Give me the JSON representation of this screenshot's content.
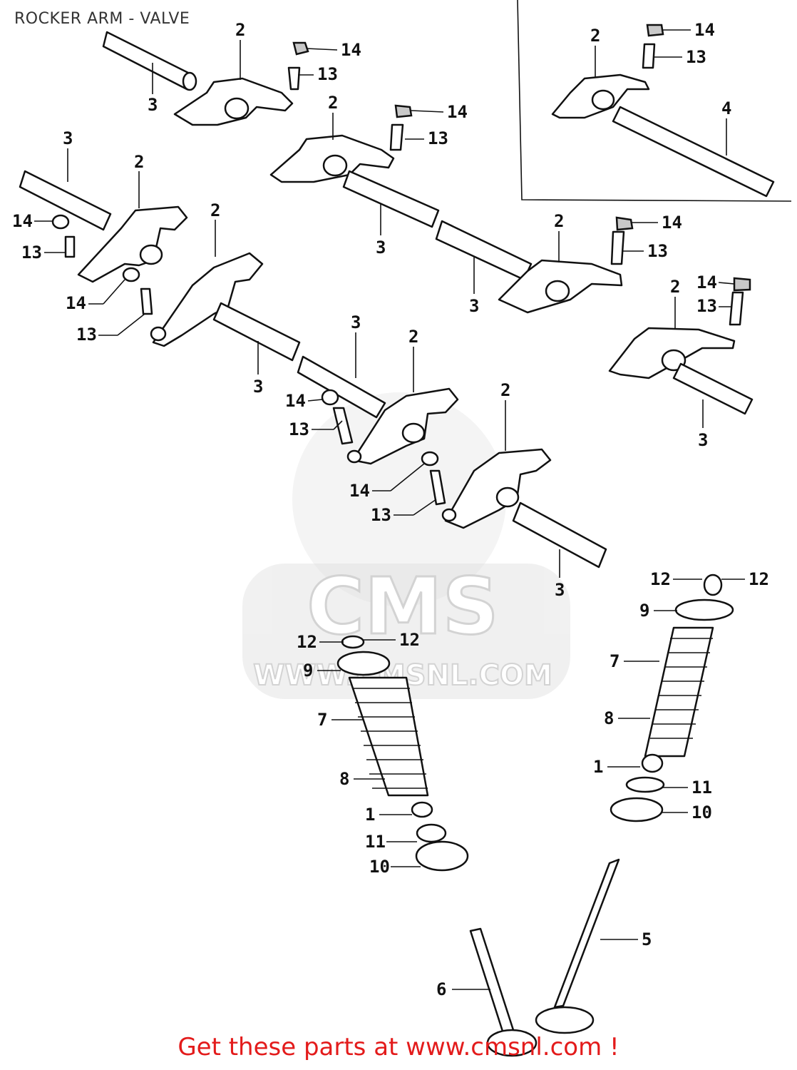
{
  "title": "ROCKER ARM - VALVE",
  "footer": "Get these parts at www.cmsnl.com !",
  "watermark": {
    "brand": "CMS",
    "url": "WWW.CMSNL.COM"
  },
  "callouts": {
    "rocker_arm": "2",
    "rocker_shaft": "3",
    "rocker_shaft_alt": "4",
    "valve_in": "5",
    "valve_ex": "6",
    "spring_outer": "7",
    "spring_inner": "8",
    "retainer": "9",
    "seat_outer": "10",
    "seat_inner": "11",
    "cotter": "12",
    "adjust_screw": "13",
    "lock_nut": "14",
    "stem_seal": "1"
  },
  "colors": {
    "footer_text": "#e31b1b",
    "line": "#111111",
    "watermark": "#dcdcdc"
  }
}
